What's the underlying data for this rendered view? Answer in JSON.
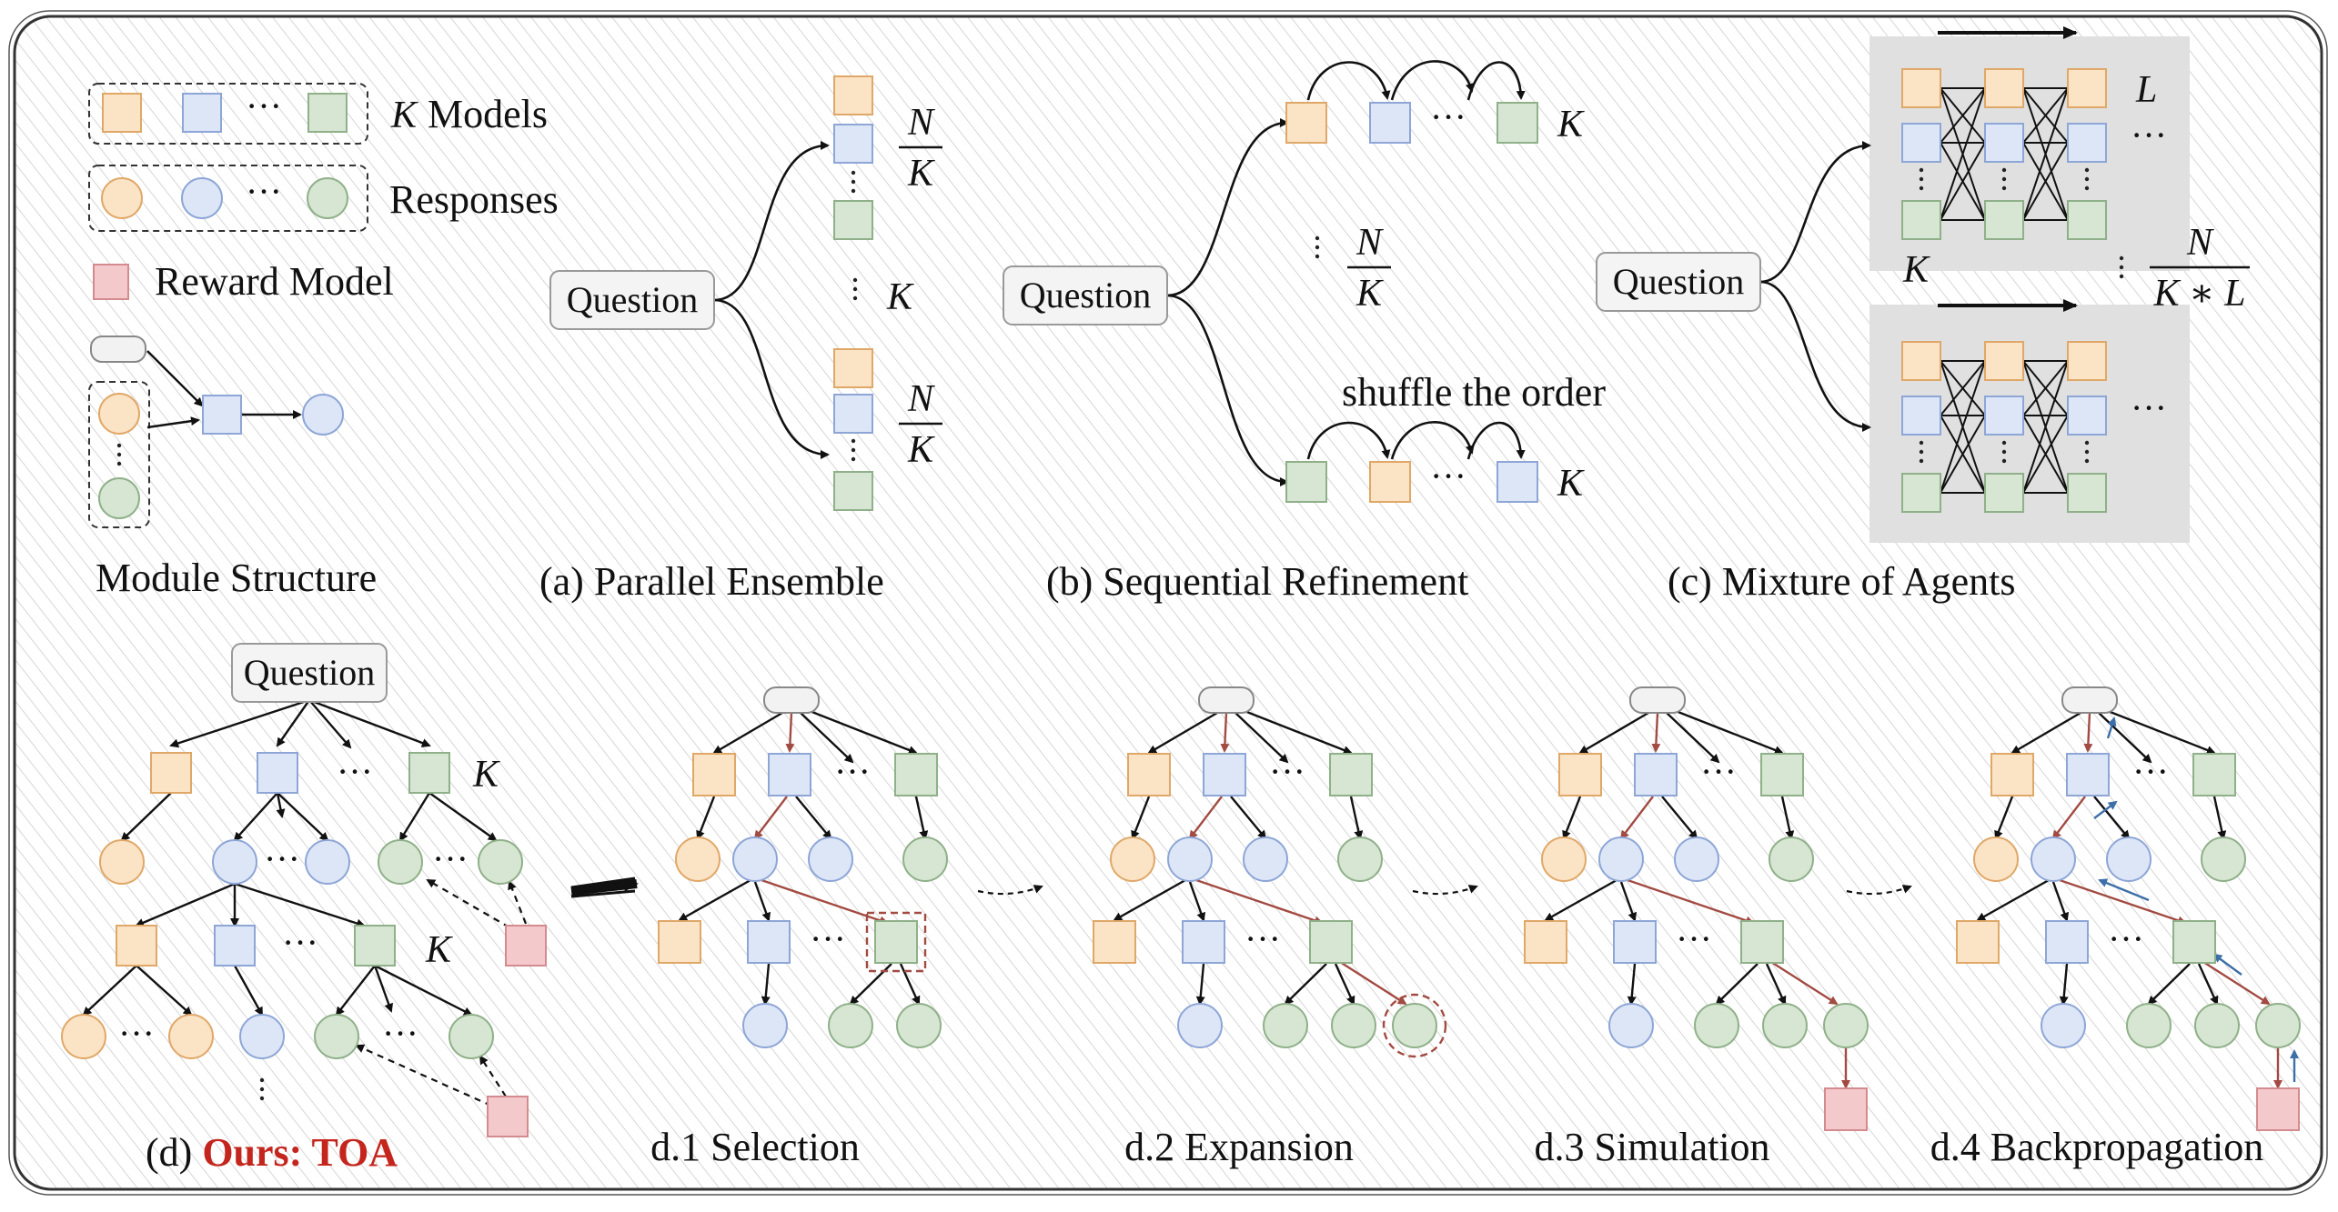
{
  "legend": {
    "models": "Models",
    "models_var": "K",
    "responses": "Responses",
    "reward_model": "Reward Model",
    "module_structure": "Module Structure"
  },
  "labels": {
    "question": "Question",
    "a": "(a) Parallel Ensemble",
    "b": "(b) Sequential Refinement",
    "c": "(c) Mixture of Agents",
    "d_prefix": "(d) ",
    "d_ours": "Ours: TOA",
    "d1": "d.1 Selection",
    "d2": "d.2 Expansion",
    "d3": "d.3 Simulation",
    "d4": "d.4 Backpropagation",
    "shuffle": "shuffle the order"
  },
  "math": {
    "K": "K",
    "L": "L",
    "N": "N",
    "K_times_L": "K ∗ L",
    "ellipsis": "···",
    "vdots": "⋮"
  },
  "colors": {
    "orange_fill": "#fbe3c6",
    "orange_stroke": "#e0a868",
    "blue_fill": "#dde6f7",
    "blue_stroke": "#8ea6d6",
    "green_fill": "#d6e6d2",
    "green_stroke": "#8fb089",
    "pink_fill": "#f3c9cb",
    "pink_stroke": "#d48b90",
    "path_red": "#a24b42",
    "backprop_blue": "#3d6fa8",
    "ours_red": "#c4261e"
  }
}
